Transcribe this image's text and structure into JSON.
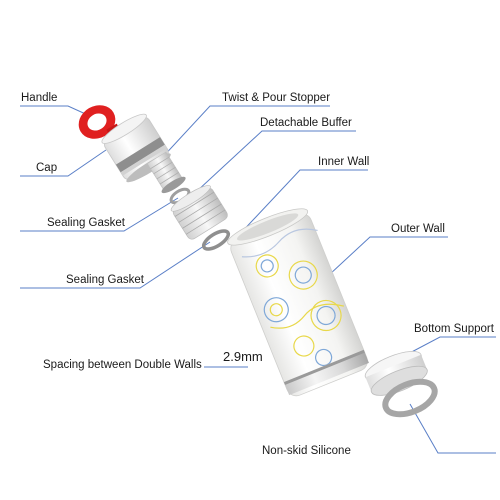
{
  "labels": {
    "handle": "Handle",
    "twist_pour_stopper": "Twist & Pour Stopper",
    "detachable_buffer": "Detachable Buffer",
    "cap": "Cap",
    "inner_wall": "Inner Wall",
    "sealing_gasket_1": "Sealing Gasket",
    "outer_wall": "Outer Wall",
    "sealing_gasket_2": "Sealing Gasket",
    "bottom_support": "Bottom Support",
    "spacing_between_walls": "Spacing between Double Walls",
    "spacing_value": "2.9mm",
    "non_skid_silicone": "Non-skid Silicone"
  },
  "colors": {
    "leader_line": "#5a7fc7",
    "handle_red": "#e02020",
    "metal_light": "#e6e6e6",
    "metal_dark": "#8a8a8a",
    "body_white": "#f7f7f5",
    "pattern_yellow": "#e8d84a",
    "pattern_blue": "#7fa8d8"
  }
}
